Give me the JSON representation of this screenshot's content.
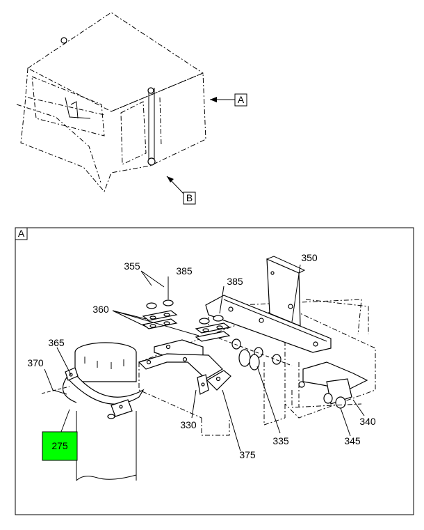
{
  "view_refs": {
    "a": "A",
    "b": "B"
  },
  "detail": {
    "label": "A"
  },
  "callouts": {
    "c355": "355",
    "c385a": "385",
    "c385b": "385",
    "c350": "350",
    "c360": "360",
    "c365": "365",
    "c370": "370",
    "c275": "275",
    "c330": "330",
    "c375": "375",
    "c335": "335",
    "c345": "345",
    "c340": "340"
  },
  "colors": {
    "highlight": "#00ff00",
    "line": "#000000",
    "background": "#ffffff"
  },
  "highlighted_part": "275"
}
